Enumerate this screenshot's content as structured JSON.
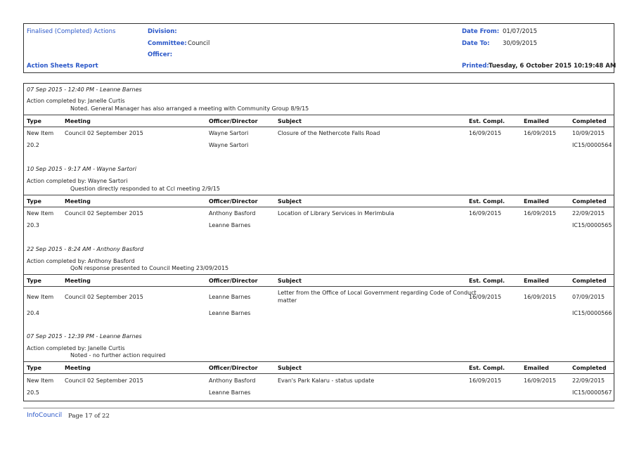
{
  "header": {
    "report_type": "Finalised (Completed) Actions",
    "report_name": "Action Sheets Report",
    "division_label": "Division:",
    "division_value": "",
    "committee_label": "Committee:",
    "committee_value": "Council",
    "officer_label": "Officer:",
    "officer_value": "",
    "date_from_label": "Date From:",
    "date_from_value": "01/07/2015",
    "date_to_label": "Date To:",
    "date_to_value": "30/09/2015",
    "printed_label": "Printed:",
    "printed_value": "Tuesday, 6 October 2015  10:19:48 AM"
  },
  "columns": {
    "type": "Type",
    "meeting": "Meeting",
    "officer": "Officer/Director",
    "subject": "Subject",
    "est": "Est. Compl.",
    "emailed": "Emailed",
    "completed": "Completed"
  },
  "items": [
    {
      "note_header": "07 Sep 2015 - 12:40 PM - Leanne Barnes",
      "completed_by": "Action completed by: Janelle Curtis",
      "note": "Noted.  General Manager has also arranged a meeting with Community Group 8/9/15",
      "type": "New Item",
      "number": "20.2",
      "meeting": "Council 02 September 2015",
      "officer": "Wayne Sartori",
      "officer2": "Wayne Sartori",
      "subject": "Closure of the Nethercote Falls Road",
      "subject2": "",
      "est": "16/09/2015",
      "emailed": "16/09/2015",
      "completed": "10/09/2015",
      "ref": "IC15/0000564"
    },
    {
      "note_header": "10 Sep 2015 - 9:17 AM - Wayne Sartori",
      "completed_by": "Action completed by: Wayne Sartori",
      "note": "Question directly responded to at Ccl meeting 2/9/15",
      "type": "New Item",
      "number": "20.3",
      "meeting": "Council 02 September 2015",
      "officer": "Anthony Basford",
      "officer2": "Leanne Barnes",
      "subject": "Location of Library Services in Merimbula",
      "subject2": "",
      "est": "16/09/2015",
      "emailed": "16/09/2015",
      "completed": "22/09/2015",
      "ref": "IC15/0000565"
    },
    {
      "note_header": "22 Sep 2015 - 8:24 AM - Anthony Basford",
      "completed_by": "Action completed by: Anthony Basford",
      "note": "QoN response presented to Council Meeting 23/09/2015",
      "type": "New Item",
      "number": "20.4",
      "meeting": "Council 02 September 2015",
      "officer": "Leanne Barnes",
      "officer2": "Leanne Barnes",
      "subject": "Letter from the Office of Local Government regarding Code of Conduct",
      "subject2": "matter",
      "est": "16/09/2015",
      "emailed": "16/09/2015",
      "completed": "07/09/2015",
      "ref": "IC15/0000566"
    },
    {
      "note_header": "07 Sep 2015 - 12:39 PM - Leanne Barnes",
      "completed_by": "Action completed by: Janelle Curtis",
      "note": "Noted - no further action required",
      "type": "New Item",
      "number": "20.5",
      "meeting": "Council 02 September 2015",
      "officer": "Anthony Basford",
      "officer2": "Leanne Barnes",
      "subject": "Evan's Park Kalaru - status update",
      "subject2": "",
      "est": "16/09/2015",
      "emailed": "16/09/2015",
      "completed": "22/09/2015",
      "ref": "IC15/0000567"
    }
  ],
  "footer": {
    "brand": "InfoCouncil",
    "page": "Page 17 of 22"
  }
}
